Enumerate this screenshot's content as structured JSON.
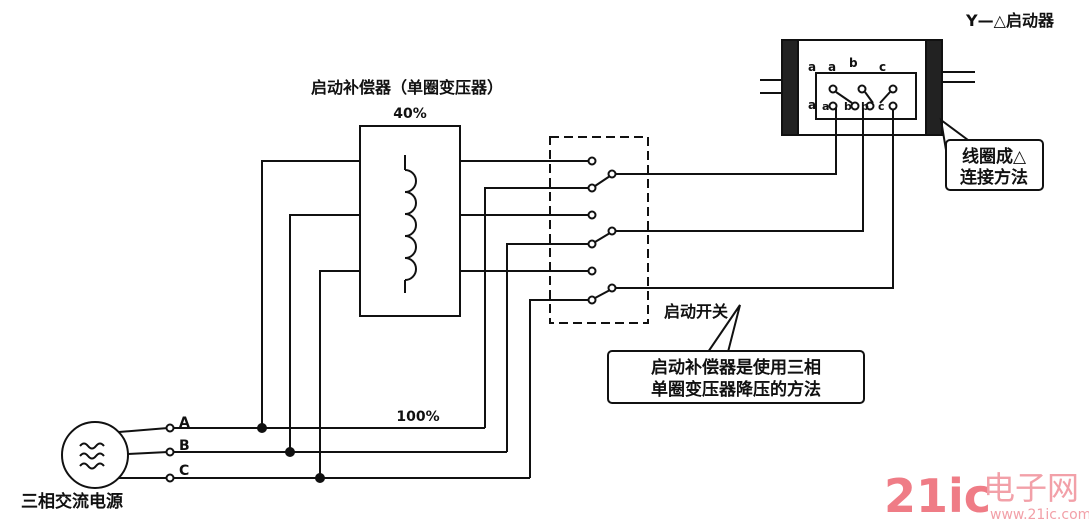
{
  "labels": {
    "motor_title": "Y—△启动器",
    "compensator_title": "启动补偿器（单圈变压器）",
    "tap_40": "40%",
    "tap_100": "100%",
    "switch_label": "启动开关",
    "source_label": "三相交流电源",
    "phase_a": "A",
    "phase_b": "B",
    "phase_c": "C",
    "terminal_a_top": "a",
    "terminal_b_top": "b",
    "terminal_c_top": "c",
    "terminal_a_left": "a",
    "terminal_b_bottom": "b",
    "terminal_b2_bottom": "b",
    "terminal_c_bottom": "c",
    "terminal_a_outer_top": "a",
    "terminal_a_outer_bottom": "a"
  },
  "callouts": {
    "delta": [
      "线圈成△",
      "连接方法"
    ],
    "method": [
      "启动补偿器是使用三相",
      "单圈变压器降压的方法"
    ]
  },
  "watermark": {
    "num": "21ic",
    "cn": "电子网",
    "url": "www.21ic.com"
  }
}
